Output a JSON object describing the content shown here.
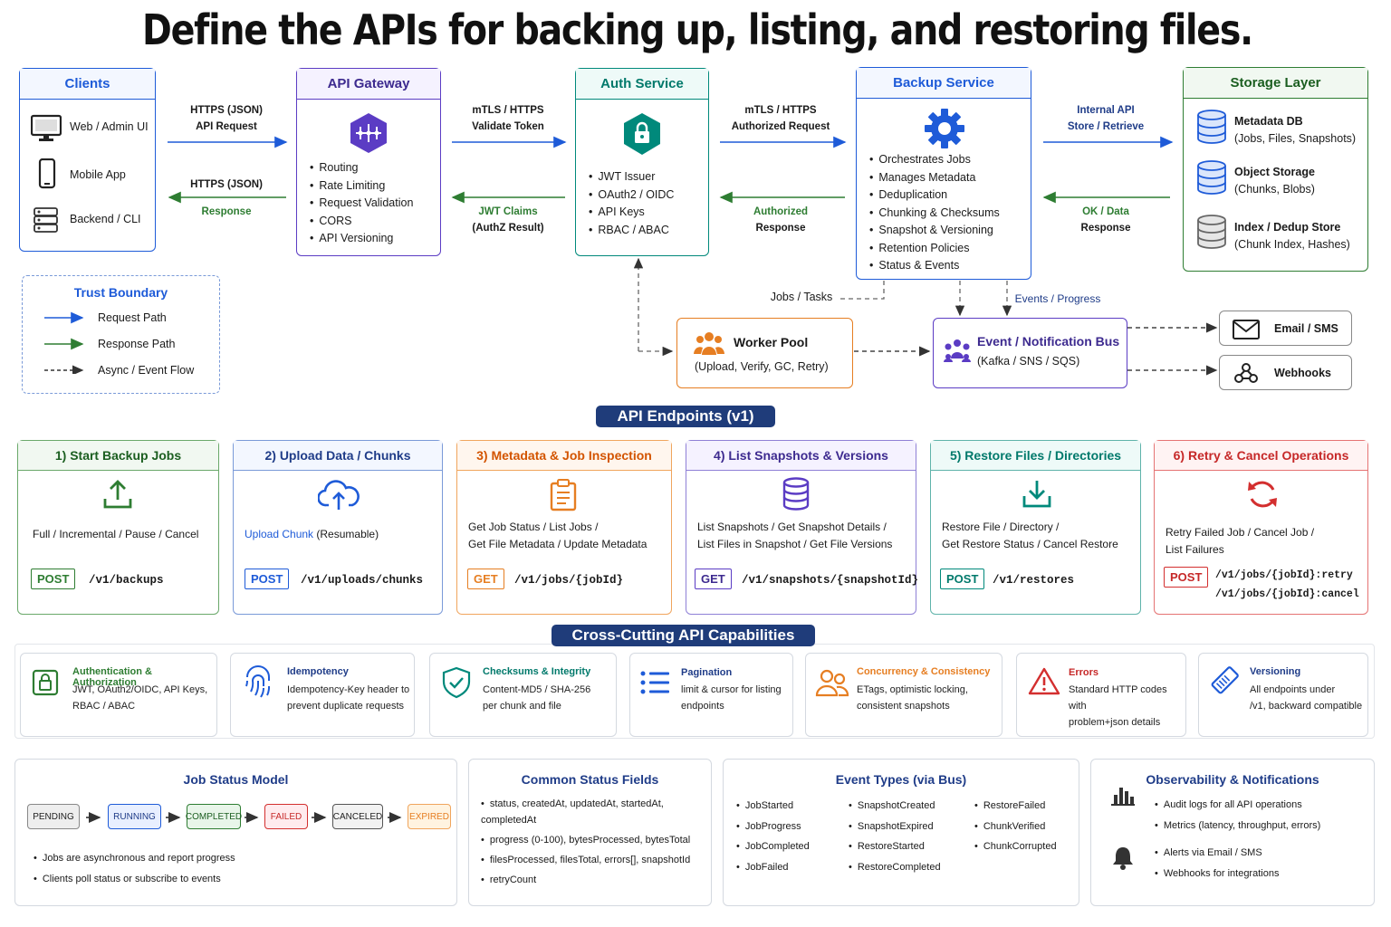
{
  "title": "Define the APIs for backing up, listing, and restoring files.",
  "clients": {
    "title": "Clients",
    "items": [
      "Web / Admin UI",
      "Mobile App",
      "Backend / CLI"
    ]
  },
  "gateway": {
    "title": "API Gateway",
    "items": [
      "Routing",
      "Rate Limiting",
      "Request Validation",
      "CORS",
      "API Versioning"
    ]
  },
  "auth": {
    "title": "Auth Service",
    "items": [
      "JWT Issuer",
      "OAuth2 / OIDC",
      "API Keys",
      "RBAC / ABAC"
    ]
  },
  "backup": {
    "title": "Backup Service",
    "items": [
      "Orchestrates Jobs",
      "Manages Metadata",
      "Deduplication",
      "Chunking & Checksums",
      "Snapshot & Versioning",
      "Retention Policies",
      "Status & Events"
    ]
  },
  "storage": {
    "title": "Storage Layer",
    "items": [
      {
        "name": "Metadata DB",
        "desc": "(Jobs, Files, Snapshots)"
      },
      {
        "name": "Object Storage",
        "desc": "(Chunks, Blobs)"
      },
      {
        "name": "Index / Dedup Store",
        "desc": "(Chunk Index, Hashes)"
      }
    ]
  },
  "edges": {
    "c_g_req": [
      "HTTPS (JSON)",
      "API Request"
    ],
    "c_g_resp": [
      "HTTPS (JSON)",
      "Response"
    ],
    "g_a_req": [
      "mTLS / HTTPS",
      "Validate Token"
    ],
    "g_a_resp": [
      "JWT Claims",
      "(AuthZ Result)"
    ],
    "a_b_req": [
      "mTLS / HTTPS",
      "Authorized Request"
    ],
    "a_b_resp": [
      "Authorized",
      "Response"
    ],
    "b_s_req": [
      "Internal API",
      "Store / Retrieve"
    ],
    "b_s_resp": [
      "OK / Data",
      "Response"
    ],
    "jobs": "Jobs / Tasks",
    "events": "Events / Progress"
  },
  "legend": {
    "title": "Trust Boundary",
    "items": [
      "Request Path",
      "Response Path",
      "Async / Event Flow"
    ]
  },
  "worker": {
    "title": "Worker Pool",
    "desc": "(Upload, Verify, GC, Retry)"
  },
  "bus": {
    "title": "Event / Notification Bus",
    "desc": "(Kafka / SNS / SQS)"
  },
  "notify": {
    "email": "Email / SMS",
    "webhooks": "Webhooks"
  },
  "endpoints_banner": "API Endpoints (v1)",
  "endpoints": [
    {
      "title": "1) Start Backup Jobs",
      "desc": "Full / Incremental / Pause / Cancel",
      "method": "POST",
      "paths": [
        "/v1/backups"
      ]
    },
    {
      "title": "2) Upload Data / Chunks",
      "desc_hl": "Upload Chunk",
      "desc": " (Resumable)",
      "method": "POST",
      "paths": [
        "/v1/uploads/chunks"
      ]
    },
    {
      "title": "3) Metadata & Job Inspection",
      "desc": "Get Job Status / List Jobs /\nGet File Metadata / Update Metadata",
      "method": "GET",
      "paths": [
        "/v1/jobs/{jobId}"
      ]
    },
    {
      "title": "4) List Snapshots & Versions",
      "desc": "List Snapshots / Get Snapshot Details /\nList Files in Snapshot / Get File Versions",
      "method": "GET",
      "paths": [
        "/v1/snapshots/{snapshotId}"
      ]
    },
    {
      "title": "5) Restore Files / Directories",
      "desc": "Restore File / Directory /\nGet Restore Status / Cancel Restore",
      "method": "POST",
      "paths": [
        "/v1/restores"
      ]
    },
    {
      "title": "6) Retry & Cancel Operations",
      "desc": "Retry Failed Job / Cancel Job /\nList Failures",
      "method": "POST",
      "paths": [
        "/v1/jobs/{jobId}:retry",
        "/v1/jobs/{jobId}:cancel"
      ]
    }
  ],
  "cross_banner": "Cross-Cutting API Capabilities",
  "capabilities": [
    {
      "title": "Authentication & Authorization",
      "desc": "JWT, OAuth2/OIDC, API Keys,\nRBAC / ABAC",
      "color": "#2e7d32"
    },
    {
      "title": "Idempotency",
      "desc": "Idempotency-Key header to\nprevent duplicate requests",
      "color": "#1f3c88"
    },
    {
      "title": "Checksums & Integrity",
      "desc": "Content-MD5 / SHA-256\nper chunk and file",
      "color": "#00796b"
    },
    {
      "title": "Pagination",
      "desc": "limit & cursor for listing\nendpoints",
      "color": "#1f3c88"
    },
    {
      "title": "Concurrency & Consistency",
      "desc": "ETags, optimistic locking,\nconsistent snapshots",
      "color": "#e65100"
    },
    {
      "title": "Errors",
      "desc": "Standard HTTP codes with\nproblem+json details",
      "color": "#c62828"
    },
    {
      "title": "Versioning",
      "desc": "All endpoints under\n/v1, backward compatible",
      "color": "#1f3c88"
    }
  ],
  "job_status": {
    "title": "Job Status Model",
    "states": [
      "PENDING",
      "RUNNING",
      "COMPLETED",
      "FAILED",
      "CANCELED",
      "EXPIRED"
    ],
    "notes": [
      "Jobs are asynchronous and report progress",
      "Clients poll status or subscribe to events"
    ]
  },
  "status_fields": {
    "title": "Common Status Fields",
    "items": [
      "status, createdAt, updatedAt, startedAt, completedAt",
      "progress (0-100), bytesProcessed, bytesTotal",
      "filesProcessed, filesTotal, errors[], snapshotId",
      "retryCount"
    ]
  },
  "event_types": {
    "title": "Event Types (via Bus)",
    "columns": [
      [
        "JobStarted",
        "JobProgress",
        "JobCompleted",
        "JobFailed"
      ],
      [
        "SnapshotCreated",
        "SnapshotExpired",
        "RestoreStarted",
        "RestoreCompleted"
      ],
      [
        "RestoreFailed",
        "ChunkVerified",
        "ChunkCorrupted"
      ]
    ]
  },
  "observability": {
    "title": "Observability & Notifications",
    "items": [
      "Audit logs for all API operations",
      "Metrics (latency, throughput, errors)",
      "Alerts via Email / SMS",
      "Webhooks for integrations"
    ]
  },
  "colors": {
    "blue": "#1e5bd8",
    "green": "#2e7d32",
    "purple": "#5b3cc4",
    "teal": "#00897b",
    "orange": "#e67e22",
    "red": "#d32f2f",
    "navy": "#1f3c7a"
  }
}
